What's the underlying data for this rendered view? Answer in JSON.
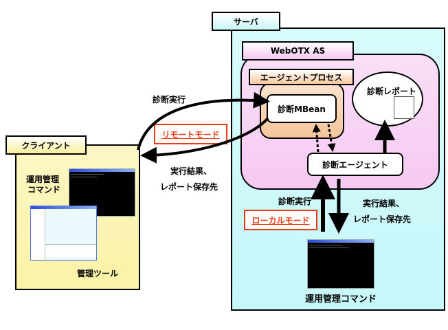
{
  "server": {
    "title": "サーバ"
  },
  "webotx": {
    "title": "WebOTX AS"
  },
  "agent_process": {
    "title": "エージェントプロセス"
  },
  "mbean": {
    "label": "診断MBean"
  },
  "diagnostic_agent": {
    "label": "診断エージェント"
  },
  "diagnostic_report": {
    "label": "診断レポート"
  },
  "client": {
    "title": "クライアント",
    "command_label_line1": "運用管理",
    "command_label_line2": "コマンド",
    "admin_tool_label": "管理ツール"
  },
  "remote": {
    "mode_label": "リモートモード",
    "request_label": "診断実行",
    "response_line1": "実行結果、",
    "response_line2": "レポート保存先"
  },
  "local": {
    "mode_label": "ローカルモード",
    "request_label": "診断実行",
    "response_line1": "実行結果、",
    "response_line2": "レポート保存先",
    "command_label": "運用管理コマンド"
  },
  "colors": {
    "mode_accent": "#ea3b12",
    "server_bg": "#c6f7f9",
    "webotx_bg": "#f6c9f2",
    "agent_process_bg": "#f6c49b",
    "client_bg": "#fbf3a8"
  }
}
